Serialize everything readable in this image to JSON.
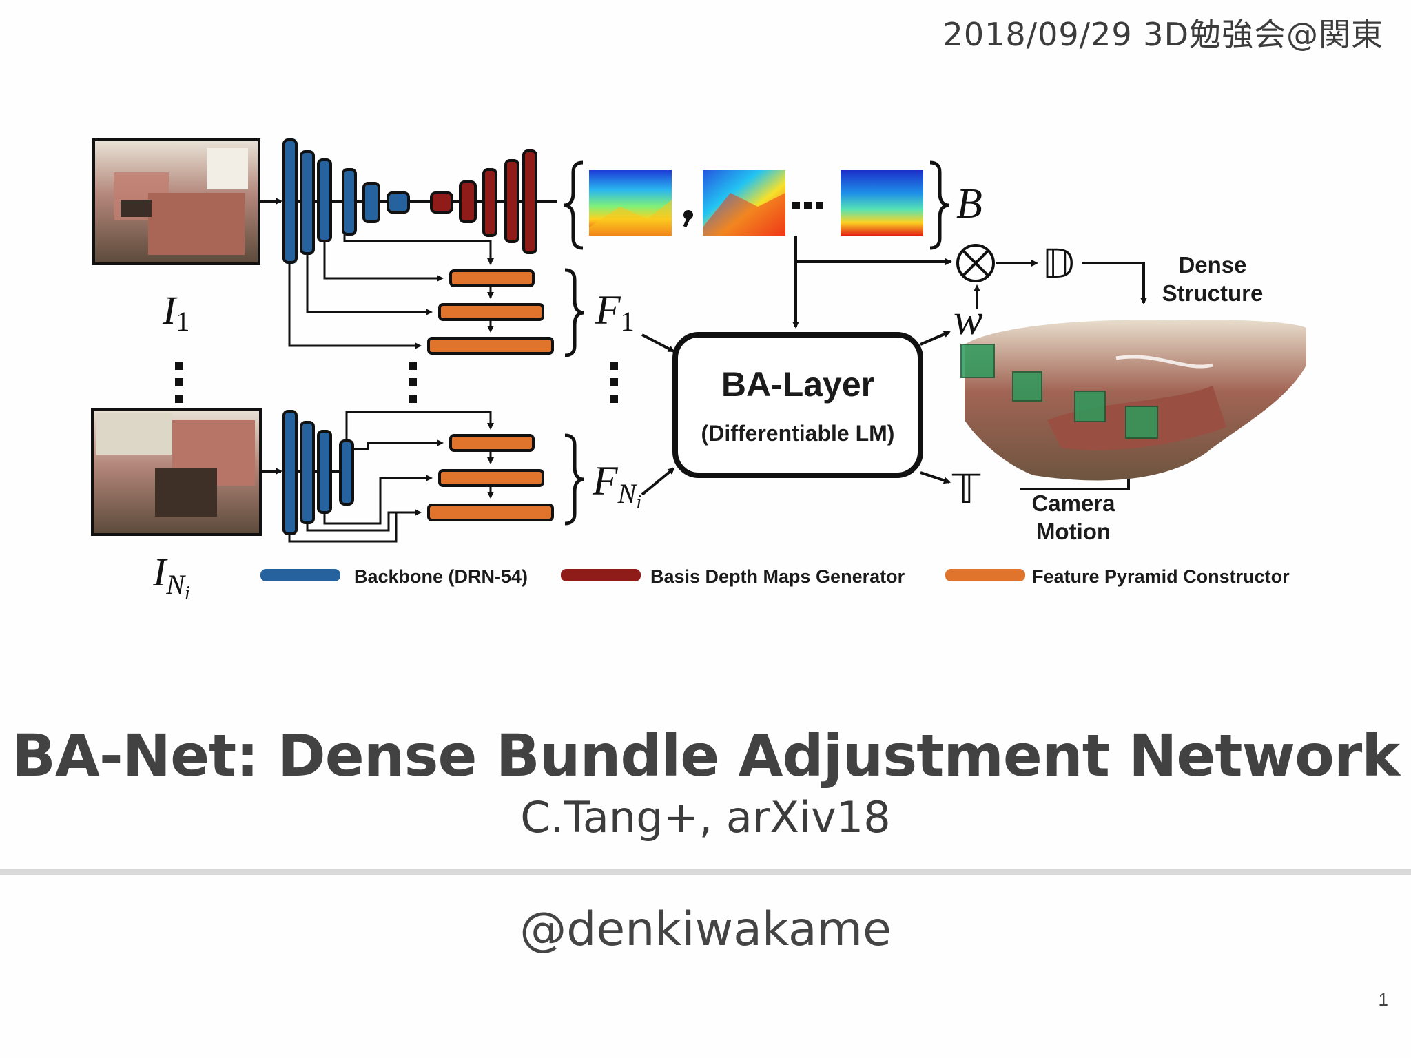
{
  "header": {
    "event": "2018/09/29 3D勉強会@関東"
  },
  "diagram": {
    "image_labels": {
      "first": "I",
      "first_sub": "1",
      "last": "I",
      "last_sub": "N",
      "last_subsub": "i"
    },
    "feature_labels": {
      "first": "F",
      "first_sub": "1",
      "last": "F",
      "last_sub": "N",
      "last_subsub": "i"
    },
    "basis_label": "B",
    "weight_label": "w",
    "depth_symbol": "𝔻",
    "motion_symbol": "𝕋",
    "otimes": "⊗",
    "ba_layer": {
      "title": "BA-Layer",
      "subtitle": "(Differentiable LM)"
    },
    "dense_structure": {
      "line1": "Dense",
      "line2": "Structure"
    },
    "camera_motion": {
      "line1": "Camera",
      "line2": "Motion"
    },
    "legend": [
      {
        "label": "Backbone (DRN-54)",
        "color": "#25629e"
      },
      {
        "label": "Basis Depth Maps Generator",
        "color": "#8f1c18"
      },
      {
        "label": "Feature Pyramid Constructor",
        "color": "#e0742c"
      }
    ],
    "colors": {
      "backbone": "#25629e",
      "basis": "#8f1c18",
      "pyramid": "#e0742c",
      "camera": "#2e9a5c"
    }
  },
  "slide": {
    "title": "BA-Net: Dense Bundle Adjustment Network",
    "subtitle": "C.Tang+, arXiv18",
    "author": "@denkiwakame",
    "page_number": "1"
  }
}
